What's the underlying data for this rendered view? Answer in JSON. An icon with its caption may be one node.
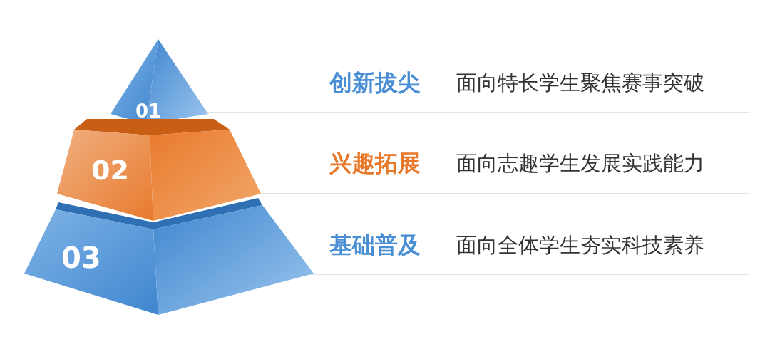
{
  "diagram": {
    "nodes": [
      {
        "text": [
          "01"
        ]
      },
      {
        "text": [
          "02"
        ]
      },
      {
        "text": [
          "03"
        ]
      }
    ],
    "labels": [
      "创新拔尖",
      "面向特长学生聚焦赛事突破",
      "兴趣拓展",
      "面向志趣学生发展实践能力",
      "基础普及",
      "面向全体学生夯实科技素养"
    ]
  }
}
